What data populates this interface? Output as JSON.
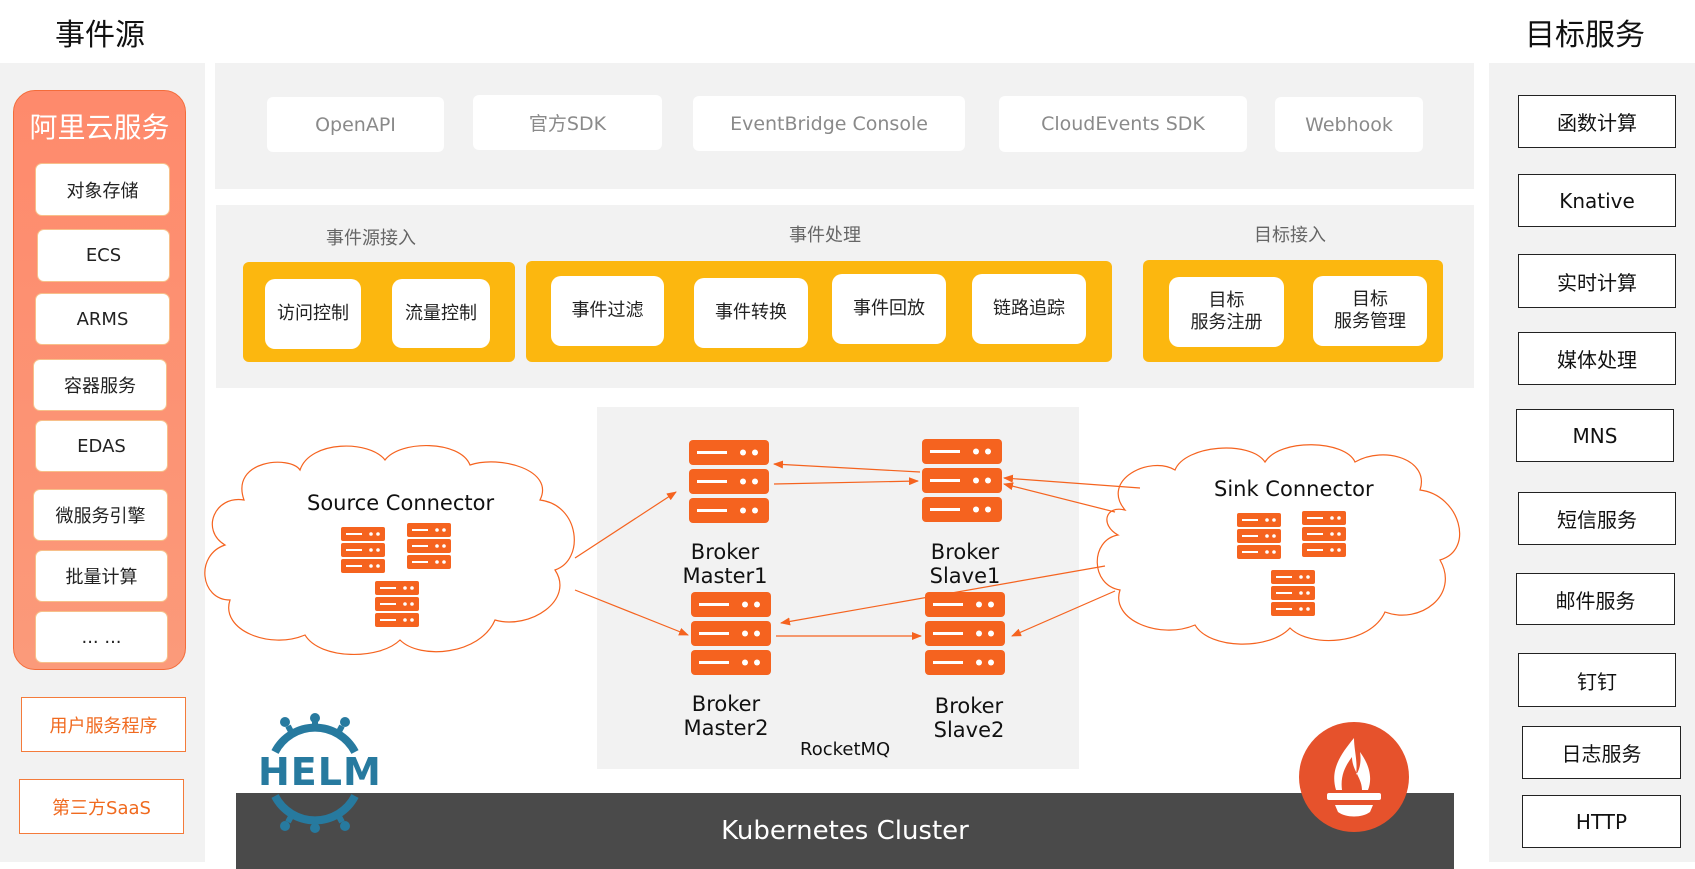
{
  "header": {
    "left_title": "事件源",
    "right_title": "目标服务"
  },
  "sources": {
    "aliyun_title": "阿里云服务",
    "items": [
      "对象存储",
      "ECS",
      "ARMS",
      "容器服务",
      "EDAS",
      "微服务引擎",
      "批量计算",
      "... ..."
    ],
    "user_service": "用户服务程序",
    "third_party": "第三方SaaS"
  },
  "access": {
    "items": [
      "OpenAPI",
      "官方SDK",
      "EventBridge Console",
      "CloudEvents SDK",
      "Webhook"
    ]
  },
  "processing": {
    "source_label": "事件源接入",
    "source_items": [
      "访问控制",
      "流量控制"
    ],
    "event_label": "事件处理",
    "event_items": [
      "事件过滤",
      "事件转换",
      "事件回放",
      "链路追踪"
    ],
    "target_label": "目标接入",
    "target_items": [
      {
        "line1": "目标",
        "line2": "服务注册"
      },
      {
        "line1": "目标",
        "line2": "服务管理"
      }
    ]
  },
  "cluster": {
    "source_connector": "Source Connector",
    "sink_connector": "Sink Connector",
    "rocketmq": "RocketMQ",
    "brokers": [
      {
        "line1": "Broker",
        "line2": "Master1"
      },
      {
        "line1": "Broker",
        "line2": "Slave1"
      },
      {
        "line1": "Broker",
        "line2": "Master2"
      },
      {
        "line1": "Broker",
        "line2": "Slave2"
      }
    ],
    "helm_logo": "HELM",
    "kubernetes": "Kubernetes Cluster"
  },
  "targets": {
    "items": [
      "函数计算",
      "Knative",
      "实时计算",
      "媒体处理",
      "MNS",
      "短信服务",
      "邮件服务",
      "钉钉",
      "日志服务",
      "HTTP"
    ]
  },
  "colors": {
    "orange": "#f5631f",
    "yellow": "#fcb70f",
    "panel": "#f2f2f2",
    "dark": "#4a4a4a",
    "prometheus": "#e6522c",
    "helm": "#277a9f"
  }
}
